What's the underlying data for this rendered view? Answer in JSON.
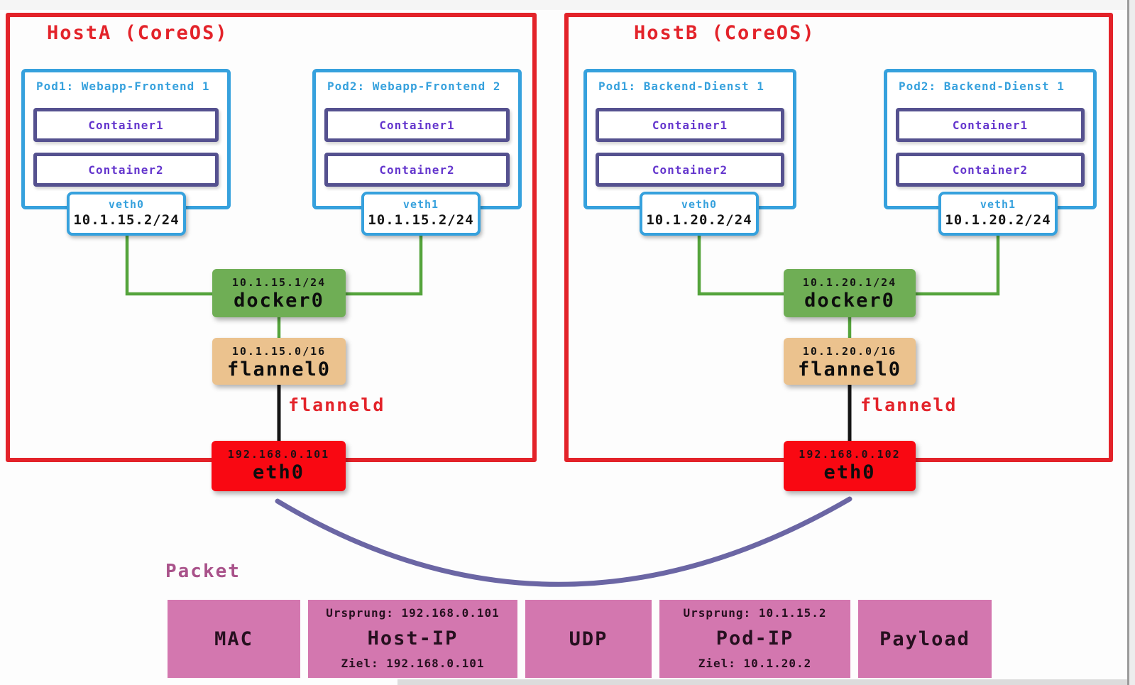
{
  "colors": {
    "host_red": "#e3232a",
    "box_red": "#f90812",
    "pod_blue": "#36a1dd",
    "container_border": "#55518f",
    "container_text": "#6436cd",
    "green_fill": "#6fae55",
    "green_line": "#55a43c",
    "tan_fill": "#ebc28e",
    "pink_fill": "#d377af",
    "curve_purple": "#6b66a4",
    "packet_label": "#a9528a",
    "black_line": "#151515"
  },
  "hosts": [
    {
      "title": "HostA (CoreOS)",
      "pods": [
        {
          "label": "Pod1: Webapp-Frontend 1",
          "containers": [
            "Container1",
            "Container2"
          ],
          "veth_name": "veth0",
          "veth_ip": "10.1.15.2/24"
        },
        {
          "label": "Pod2: Webapp-Frontend 2",
          "containers": [
            "Container1",
            "Container2"
          ],
          "veth_name": "veth1",
          "veth_ip": "10.1.15.2/24"
        }
      ],
      "bridge_ip": "10.1.15.1/24",
      "bridge_name": "docker0",
      "overlay_ip": "10.1.15.0/16",
      "overlay_name": "flannel0",
      "daemon_label": "flanneld",
      "nic_ip": "192.168.0.101",
      "nic_name": "eth0"
    },
    {
      "title": "HostB (CoreOS)",
      "pods": [
        {
          "label": "Pod1: Backend-Dienst 1",
          "containers": [
            "Container1",
            "Container2"
          ],
          "veth_name": "veth0",
          "veth_ip": "10.1.20.2/24"
        },
        {
          "label": "Pod2: Backend-Dienst 1",
          "containers": [
            "Container1",
            "Container2"
          ],
          "veth_name": "veth1",
          "veth_ip": "10.1.20.2/24"
        }
      ],
      "bridge_ip": "10.1.20.1/24",
      "bridge_name": "docker0",
      "overlay_ip": "10.1.20.0/16",
      "overlay_name": "flannel0",
      "daemon_label": "flanneld",
      "nic_ip": "192.168.0.102",
      "nic_name": "eth0"
    }
  ],
  "packet": {
    "label": "Packet",
    "segments": [
      {
        "title": "MAC"
      },
      {
        "title": "Host-IP",
        "source": "Ursprung: 192.168.0.101",
        "dest": "Ziel: 192.168.0.101"
      },
      {
        "title": "UDP"
      },
      {
        "title": "Pod-IP",
        "source": "Ursprung: 10.1.15.2",
        "dest": "Ziel: 10.1.20.2"
      },
      {
        "title": "Payload"
      }
    ]
  }
}
